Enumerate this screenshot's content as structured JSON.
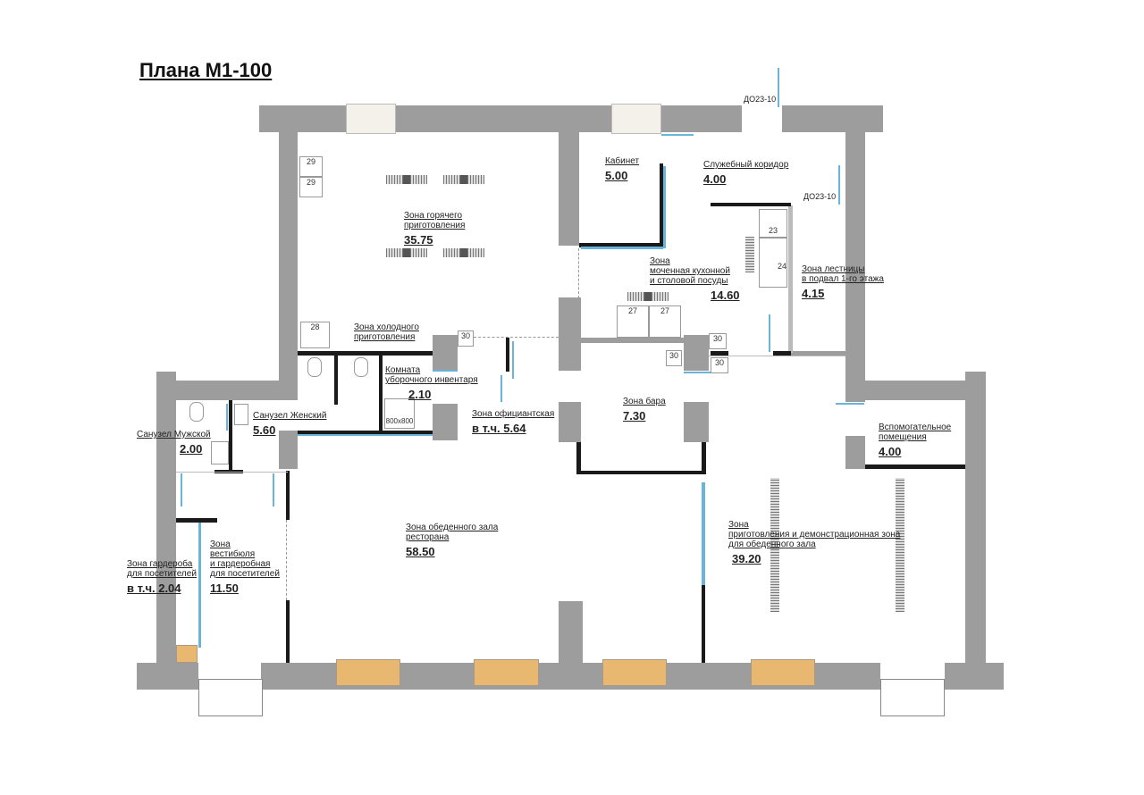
{
  "title": "Плана М1-100",
  "door_marks": {
    "top": "ДО23-10",
    "corridor": "ДО23-10"
  },
  "fixture_marks": {
    "hot1": "29",
    "hot2": "29",
    "cold": "28",
    "wash1": "27",
    "wash2": "27",
    "stair_box": "23",
    "stair_sink": "24",
    "m30a": "30",
    "m30b": "30",
    "m30c": "30",
    "m30d": "30",
    "shower": "800x800"
  },
  "rooms": {
    "hot": {
      "line1": "Зона горячего",
      "line2": "приготовления",
      "area": "35.75"
    },
    "office": {
      "line1": "Кабинет",
      "area": "5.00"
    },
    "corridor": {
      "line1": "Служебный коридор",
      "area": "4.00"
    },
    "wash": {
      "line1": "Зона",
      "line2": "моченная кухонной",
      "line3": " и столовой посуды",
      "area": "14.60"
    },
    "stairs": {
      "line1": "Зона лестницы",
      "line2": "в подвал 1-го этажа",
      "area": "4.15"
    },
    "cold": {
      "line1": "Зона холодного",
      "line2": "приготовления"
    },
    "cleaning": {
      "line1": "Комната",
      "line2": "уборочного инвентаря",
      "area": "2.10"
    },
    "wc_female": {
      "line1": "Санузел Женский",
      "area": "5.60"
    },
    "wc_male": {
      "line1": "Санузел Мужской",
      "area": "2.00"
    },
    "waiters": {
      "line1": "Зона официантская",
      "area": "в т.ч. 5.64"
    },
    "bar": {
      "line1": "Зона бара",
      "area": "7.30"
    },
    "aux": {
      "line1": "Вспомогательное",
      "line2": "помещения",
      "area": "4.00"
    },
    "dining": {
      "line1": "Зона обеденного зала",
      "line2": "ресторана",
      "area": "58.50"
    },
    "demo": {
      "line1": "Зона",
      "line2": "приготовления и демонстрационная зона",
      "line3": "для обеденного зала",
      "area": "39.20"
    },
    "lobby": {
      "line1": "Зона",
      "line2": "вестибюля",
      "line3": " и гардеробная",
      "line4": " для посетителей",
      "area": "11.50"
    },
    "cloak": {
      "line1": "Зона гардероба",
      "line2": "для посетителей",
      "area": "в т.ч. 2.04"
    }
  },
  "colors": {
    "wall": "#9d9d9d",
    "partition": "#1a1a1a",
    "glass": "#6ab4da",
    "window": "#e8b870"
  }
}
